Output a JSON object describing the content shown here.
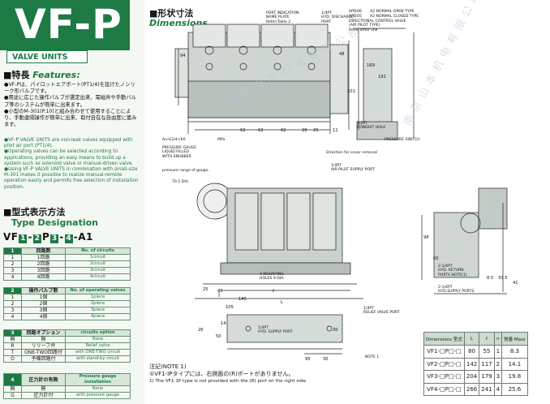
{
  "series": {
    "title": "VF-P",
    "subtitle": "VALVE UNITS"
  },
  "features": {
    "heading_jp": "特長",
    "heading_en": "Features:",
    "jp": [
      "●VF-Pは、パイロットエアポート(PT1/4)を設けたノンリーク形バルブです。",
      "●用途に応じた操作バルブが選定出来、電磁弁や手動バルブ等のシステムが簡単に出来ます。",
      "●小型のM-301(P.10)と組み合わせて使用することにより、手動遠隔操作が簡単に出来、取付自在な自由度に富みます。"
    ],
    "en": [
      "●VF-P VALVE UNITS are non-leak valves equipped with pilot air port (PT1/4).",
      "●Operating valves can be selected according to applications, providing an easy means to build up a system such as solenoid valve or manual-driven valve.",
      "●Using VF-P VALVE UNITS in combination with small-size M-301 makes it possible to realize manual-remote operation easily and permits free selection of installation position."
    ]
  },
  "designation": {
    "heading_jp": "型式表示方法",
    "heading_en": "Type Designation",
    "code_prefix": "VF",
    "code_mid1": "P",
    "code_sep": "-",
    "code_suffix": "-A1",
    "box1": "1",
    "box2": "2",
    "box3": "3",
    "box4": "4",
    "tables": [
      {
        "num": "1",
        "head_jp": "回路数",
        "head_en": "No. of circuits",
        "rows": [
          [
            "1",
            "1回路",
            "1circuit"
          ],
          [
            "2",
            "2回路",
            "2circuit"
          ],
          [
            "3",
            "3回路",
            "3circuit"
          ],
          [
            "4",
            "4回路",
            "4circuit"
          ]
        ]
      },
      {
        "num": "2",
        "head_jp": "操作バルブ数",
        "head_en": "No. of operating valves",
        "rows": [
          [
            "1",
            "1個",
            "1piece"
          ],
          [
            "2",
            "2個",
            "2piece"
          ],
          [
            "3",
            "3個",
            "3piece"
          ],
          [
            "4",
            "4個",
            "4piece"
          ]
        ]
      },
      {
        "num": "3",
        "head_jp": "回路オプション",
        "head_en": "circuits option",
        "rows": [
          [
            "無",
            "無",
            "None"
          ],
          [
            "R",
            "リリーフ弁",
            "Relief valve"
          ],
          [
            "T",
            "ONE-TWO回路付",
            "with ONE-TWO circuit"
          ],
          [
            "O",
            "予備回路付",
            "with stand-by circuit"
          ]
        ]
      },
      {
        "num": "4",
        "head_jp": "圧力計の有無",
        "head_en": "Pressure gauge installation",
        "rows": [
          [
            "無",
            "無",
            "None"
          ],
          [
            "G",
            "圧力計付",
            "with pressure gauge"
          ]
        ]
      }
    ]
  },
  "dimensions": {
    "heading_jp": "形状寸法",
    "heading_en": "Dimensions",
    "labels": {
      "port_indication": "PORT INDICATION\nNAME PLATE\nRefer(Table 2",
      "hyd_discharge": "1/4PT\nHYD. DISCHARGE\nPORT",
      "apdo6": "APDO6",
      "apdo5": "APDO5",
      "normal_open": "A2 NORMAL OPEN TYPE",
      "normal_closed": "A2 NORMAL CLOSED TYPE",
      "directional": "DIRECTIONAL CONTROL VALVE\n(AIR PILOT TYPE)\nRefer other line",
      "conduit": "1/2PT\nCONDUIT HOLE",
      "pressure_switch": "PRESSURE SWITCH",
      "direction_cover": "Direction for cover removal",
      "gauge_thread": "Au-G1/4×60",
      "mpa": "MPa",
      "pressure_gauge": "PRESSURE GAUGE\nLIQUID FILLED\nWITH SNUBBER",
      "pressure_range": "pressure range of gauge.",
      "air_pilot": "1/4PT\nAIR PILOT SUPPLY PORT",
      "dia": "70.5 DIA.",
      "mounting": "4 MOUNTING\nHOLES 9 DIA.",
      "return_port": "2-1/4PT\nHYD. RETURN\nPORTS NOTE(1)",
      "supply_ports": "2-1/4PT\nHYD.SUPPLY PORTS",
      "relief_port": "1/4PT\nRELIEF VALVE PORT",
      "supply_port": "1/4PT\nHYD. SUPPLY PORT",
      "dir_note": "NOTE 1"
    },
    "numbers": {
      "d94": "94",
      "d62a": "62",
      "d62b": "62",
      "d62c": "62",
      "d25": "25",
      "d20": "20",
      "d11": "11",
      "d48": "48",
      "d169": "169",
      "d101": "101",
      "d191": "191",
      "d45": "45",
      "d25b": "25",
      "d60": "60",
      "d98": "98",
      "d41": "41",
      "d85": "8.5",
      "d335": "33.5",
      "d145": "145",
      "d105": "105",
      "d95": "95",
      "d30": "30",
      "d30b": "30",
      "d14": "14",
      "d50": "50",
      "d26": "26",
      "dL": "L",
      "dl": "ℓ"
    }
  },
  "size_table": {
    "head": [
      "Dimensions 型式",
      "L",
      "ℓ",
      "n",
      "質量 Mass"
    ],
    "rows": [
      [
        "VF1-□P□-□",
        "80",
        "55",
        "1",
        "8.3"
      ],
      [
        "VF2-□P□-□",
        "142",
        "117",
        "2",
        "14.1"
      ],
      [
        "VF3-□P□-□",
        "204",
        "179",
        "3",
        "19.8"
      ],
      [
        "VF4-□P□-□",
        "266",
        "241",
        "4",
        "25.6"
      ]
    ]
  },
  "note": {
    "heading": "注記)NOTE 1)",
    "jp": "①VF1-IPタイプには、右側面の(R)ポートがありません。",
    "en": "1) The VF1-1P type is not provided with the (R) port on the right side."
  },
  "watermark": "南京山本机电有限公司",
  "colors": {
    "brand_green": "#1e7a45",
    "table_head": "#c9dcce"
  }
}
